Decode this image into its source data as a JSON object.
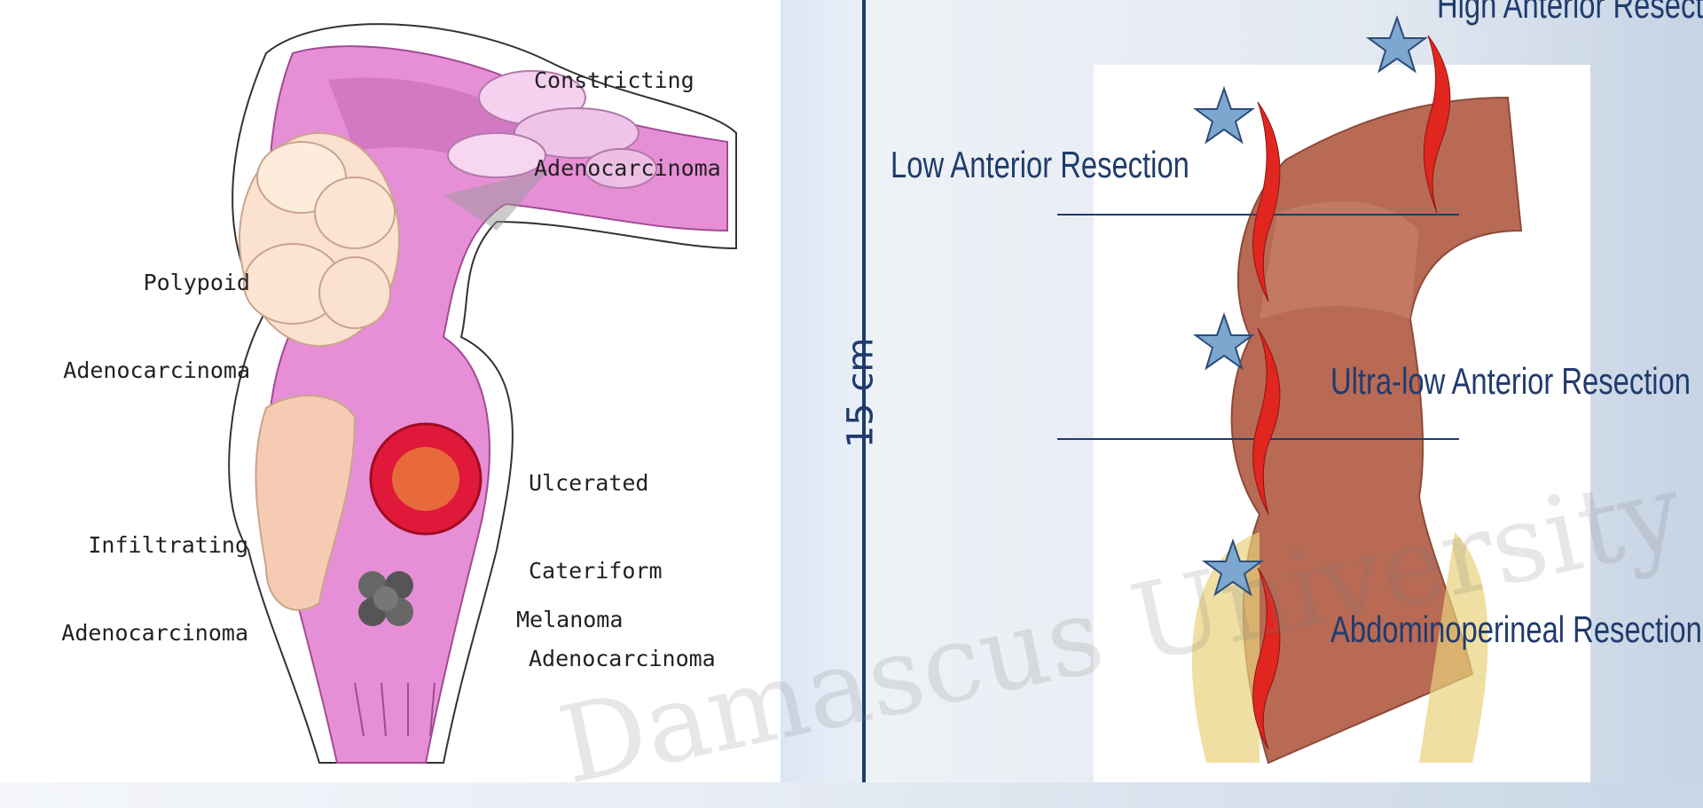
{
  "left_labels": {
    "constricting": [
      "Constricting",
      "Adenocarcinoma"
    ],
    "polypoid": [
      "Polypoid",
      "Adenocarcinoma"
    ],
    "infiltrating": [
      "Infiltrating",
      "Adenocarcinoma"
    ],
    "ulcerated": [
      "Ulcerated",
      "Cateriform",
      "Adenocarcinoma"
    ],
    "melanoma": "Melanoma"
  },
  "scale_label": "15 cm",
  "resections": {
    "high": "High Anterior Resection",
    "low": "Low Anterior Resection",
    "ultra_low": "Ultra-low Anterior Resection",
    "apr": "Abdominoperineal Resection"
  },
  "watermark": "Damascus University",
  "colors": {
    "label_blue": "#1f3b6e",
    "star_fill": "#7ea7cf",
    "incision_red": "#e0261f"
  }
}
